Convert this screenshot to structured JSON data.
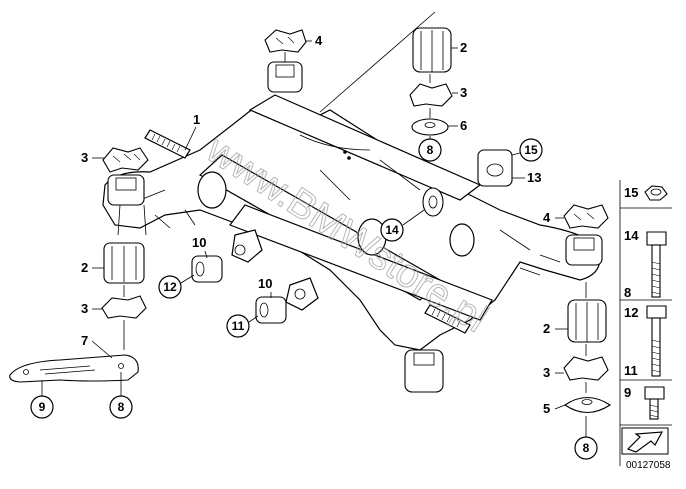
{
  "diagram": {
    "watermark": "www.BMWstore.pl",
    "image_code": "00127058",
    "callouts": [
      "1",
      "2",
      "3",
      "4",
      "5",
      "6",
      "7",
      "8",
      "9",
      "10",
      "11",
      "12",
      "13",
      "14",
      "15"
    ],
    "legend": [
      {
        "number": "15"
      },
      {
        "number": "14"
      },
      {
        "number": "8"
      },
      {
        "number": "12"
      },
      {
        "number": "11"
      },
      {
        "number": "9"
      }
    ]
  }
}
